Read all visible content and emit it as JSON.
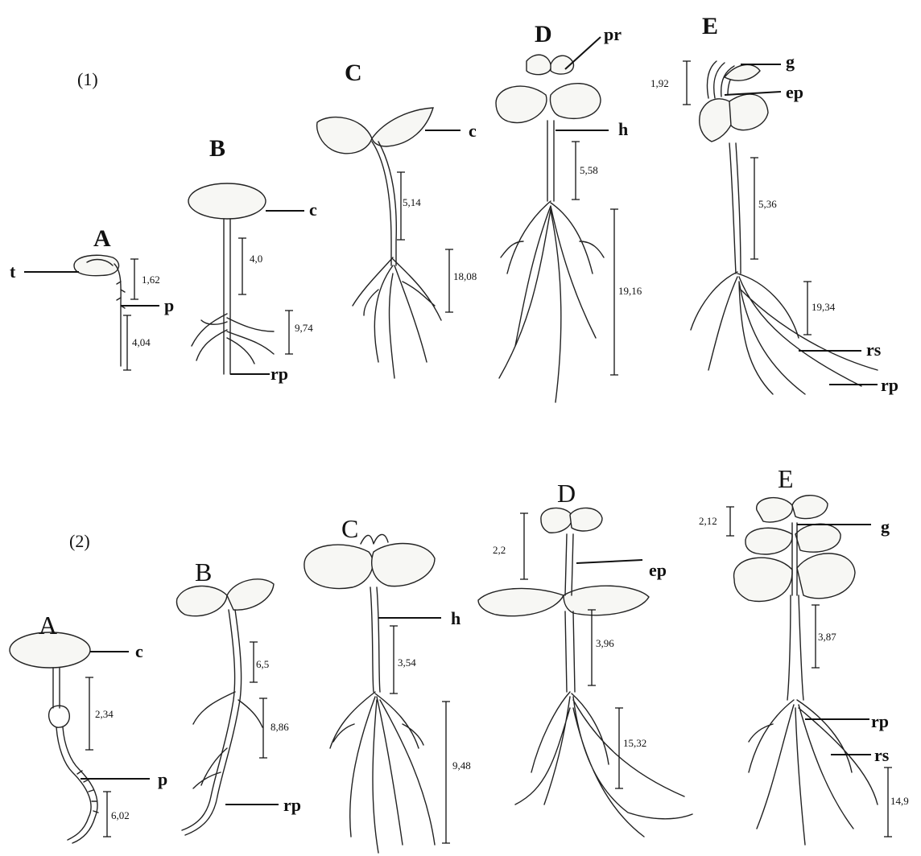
{
  "figure": {
    "groups": [
      {
        "label": "(1)",
        "stages": [
          {
            "letter": "A",
            "parts": [
              "t",
              "p"
            ],
            "measures": [
              "1,62",
              "4,04"
            ]
          },
          {
            "letter": "B",
            "parts": [
              "c",
              "rp"
            ],
            "measures": [
              "4,0",
              "9,74"
            ]
          },
          {
            "letter": "C",
            "parts": [
              "c"
            ],
            "measures": [
              "5,14",
              "18,08"
            ]
          },
          {
            "letter": "D",
            "parts": [
              "pr",
              "h"
            ],
            "measures": [
              "5,58",
              "19,16"
            ]
          },
          {
            "letter": "E",
            "parts": [
              "g",
              "ep",
              "rs",
              "rp"
            ],
            "measures": [
              "1,92",
              "5,36",
              "19,34"
            ]
          }
        ]
      },
      {
        "label": "(2)",
        "stages": [
          {
            "letter": "A",
            "parts": [
              "c",
              "p"
            ],
            "measures": [
              "2,34",
              "6,02"
            ]
          },
          {
            "letter": "B",
            "parts": [
              "rp"
            ],
            "measures": [
              "6,5",
              "8,86"
            ]
          },
          {
            "letter": "C",
            "parts": [
              "h"
            ],
            "measures": [
              "3,54",
              "9,48"
            ]
          },
          {
            "letter": "D",
            "parts": [
              "ep"
            ],
            "measures": [
              "2,2",
              "3,96",
              "15,32"
            ]
          },
          {
            "letter": "E",
            "parts": [
              "g",
              "rp",
              "rs"
            ],
            "measures": [
              "2,12",
              "3,87",
              "14,9"
            ]
          }
        ]
      }
    ]
  }
}
